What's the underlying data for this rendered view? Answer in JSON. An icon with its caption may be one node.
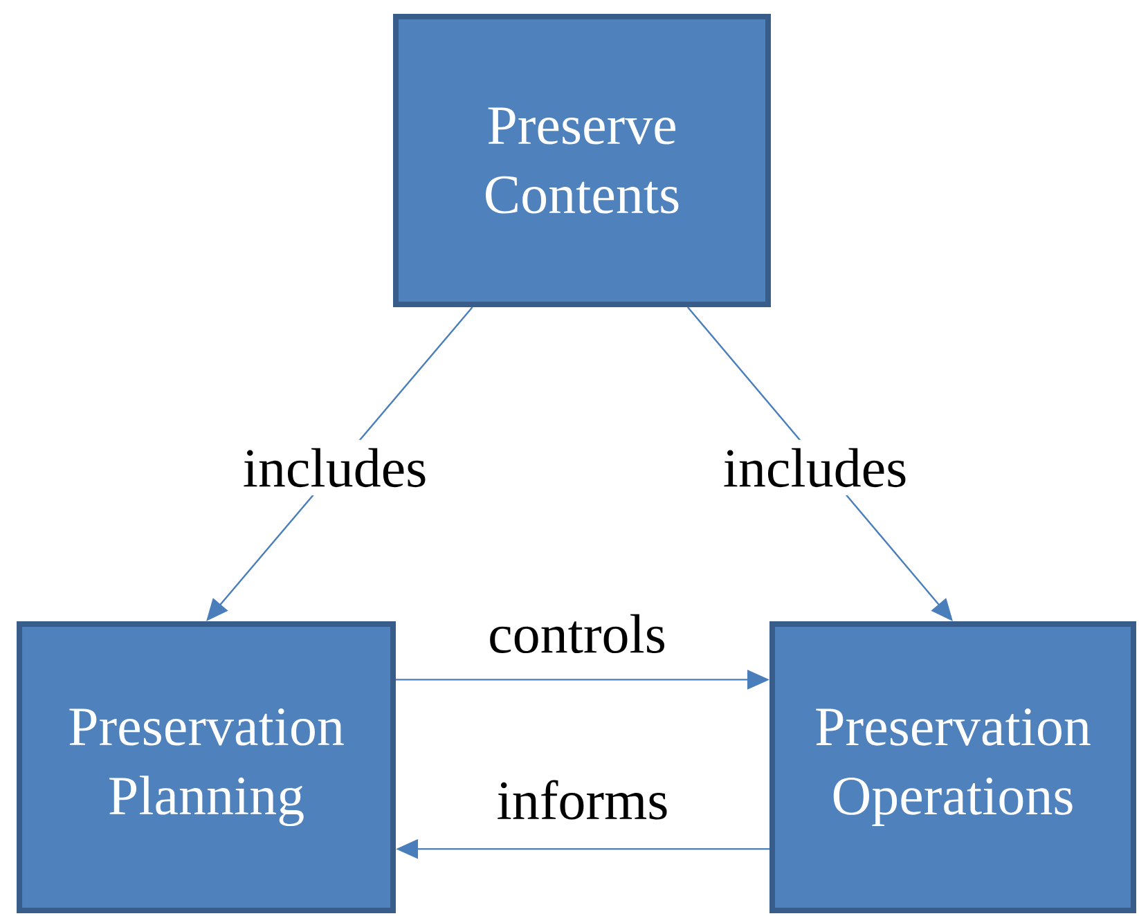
{
  "diagram": {
    "nodes": [
      {
        "text": [
          "Preserve Contents"
        ]
      },
      {
        "text": [
          "Preservation Planning"
        ]
      },
      {
        "text": [
          "Preservation Operations"
        ]
      }
    ],
    "edges": [
      {
        "from": 0,
        "to": 1,
        "arrow": "to",
        "label": "includes"
      },
      {
        "from": 0,
        "to": 2,
        "arrow": "to",
        "label": "includes"
      },
      {
        "from": 1,
        "to": 2,
        "arrow": "to",
        "label": "controls"
      },
      {
        "from": 2,
        "to": 1,
        "arrow": "to",
        "label": "informs"
      }
    ]
  }
}
